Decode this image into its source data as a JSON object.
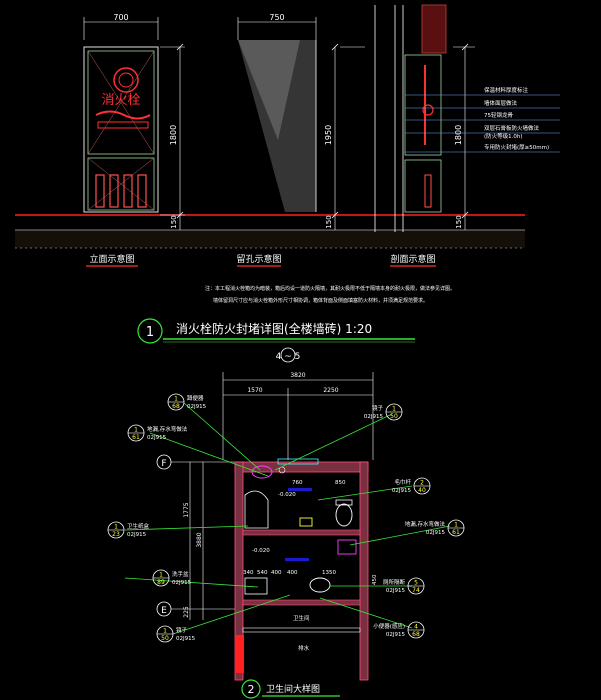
{
  "top": {
    "dim_width_1": "700",
    "dim_width_2": "750",
    "dim_h_1": "1800",
    "dim_h_2": "1950",
    "dim_h_3": "1800",
    "dim_base_1": "150",
    "dim_base_2": "150",
    "dim_base_3": "150",
    "cabinet_text": "消火栓",
    "label_elevation": "立面示意图",
    "label_opening": "留孔示意图",
    "label_section": "剖面示意图",
    "notes_right": [
      "保温材料厚度标注",
      "墙体面层做法",
      "75轻钢龙骨",
      "双层石膏板防火墙做法",
      "(防火等级1.0h)",
      "专用防火封堵(厚≥50mm)"
    ],
    "note_line_1": "注：本工程消火栓箱均为暗装，箱后均设一道防火隔墙，其耐火极限不低于隔墙本身的耐火极限，做法参见详图。",
    "note_line_2": "墙体留洞尺寸应与消火栓箱外形尺寸相协调，箱体背面及侧面填塞防火材料，并须满足规范要求。"
  },
  "detail1": {
    "number": "1",
    "title": "消火栓防火封堵详图(全楼墙砖) 1:20"
  },
  "plan": {
    "grid_top": "4 ~ 5",
    "dim_total": "3820",
    "dim_left": "1570",
    "dim_right": "2250",
    "grid_f": "F",
    "grid_e": "E",
    "dim_v_1": "1775",
    "dim_v_2": "3880",
    "dim_v_3": "225",
    "dim_inner_1": "760",
    "dim_inner_2": "850",
    "dim_inner_3": "340",
    "dim_inner_4": "540",
    "dim_inner_5": "400",
    "dim_inner_6": "400",
    "dim_inner_7": "1350",
    "dim_inner_8": "450",
    "level_1": "-0.020",
    "level_2": "-0.020",
    "room_label": "卫生间",
    "bottom_label": "排水",
    "callouts": [
      {
        "top": "1",
        "bottom": "68",
        "text": "蹲便器"
      },
      {
        "top": "1",
        "bottom": "61",
        "text": "地漏,存水弯做法"
      },
      {
        "top": "1",
        "bottom": "50",
        "text": "镜子"
      },
      {
        "top": "2",
        "bottom": "40",
        "text": "毛巾杆"
      },
      {
        "top": "1",
        "bottom": "61",
        "text": "地漏,存水弯做法"
      },
      {
        "top": "5",
        "bottom": "74",
        "text": "厕所隔断"
      },
      {
        "top": "4",
        "bottom": "68",
        "text": "小便器(感应)"
      },
      {
        "top": "1",
        "bottom": "23",
        "text": "卫生纸盒"
      },
      {
        "top": "1",
        "bottom": "89",
        "text": "洗手盆"
      },
      {
        "top": "1",
        "bottom": "50",
        "text": "镜子"
      }
    ],
    "std_code": "02J915"
  },
  "detail2": {
    "number": "2",
    "title": "卫生间大样图"
  }
}
